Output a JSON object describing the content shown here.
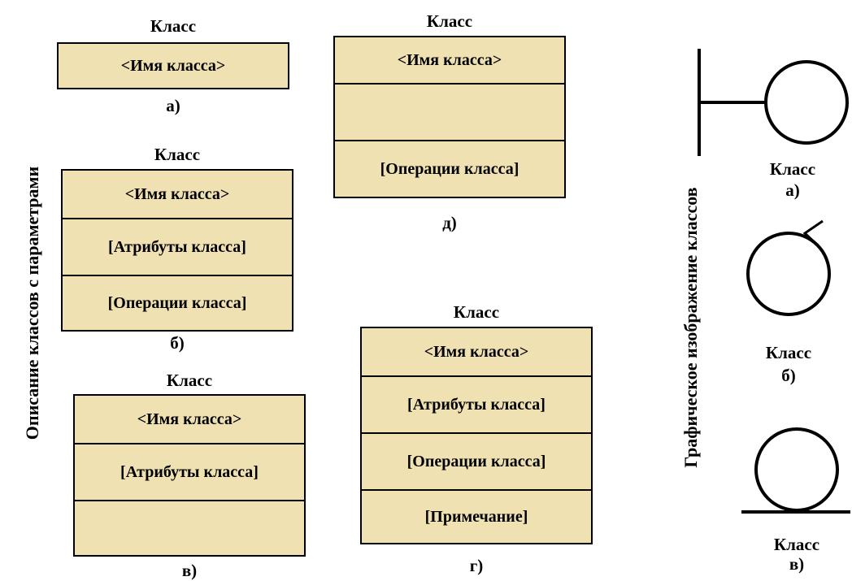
{
  "left_title": "Описание классов с параметрами",
  "right_title": "Графическое изображение классов",
  "class_word": "Класс",
  "name_placeholder": "<Имя класса>",
  "attributes": "[Атрибуты класса]",
  "operations": "[Операции класса]",
  "note": "[Примечание]",
  "labels": {
    "a": "а)",
    "b": "б)",
    "v": "в)",
    "g": "г)",
    "d": "д)"
  }
}
